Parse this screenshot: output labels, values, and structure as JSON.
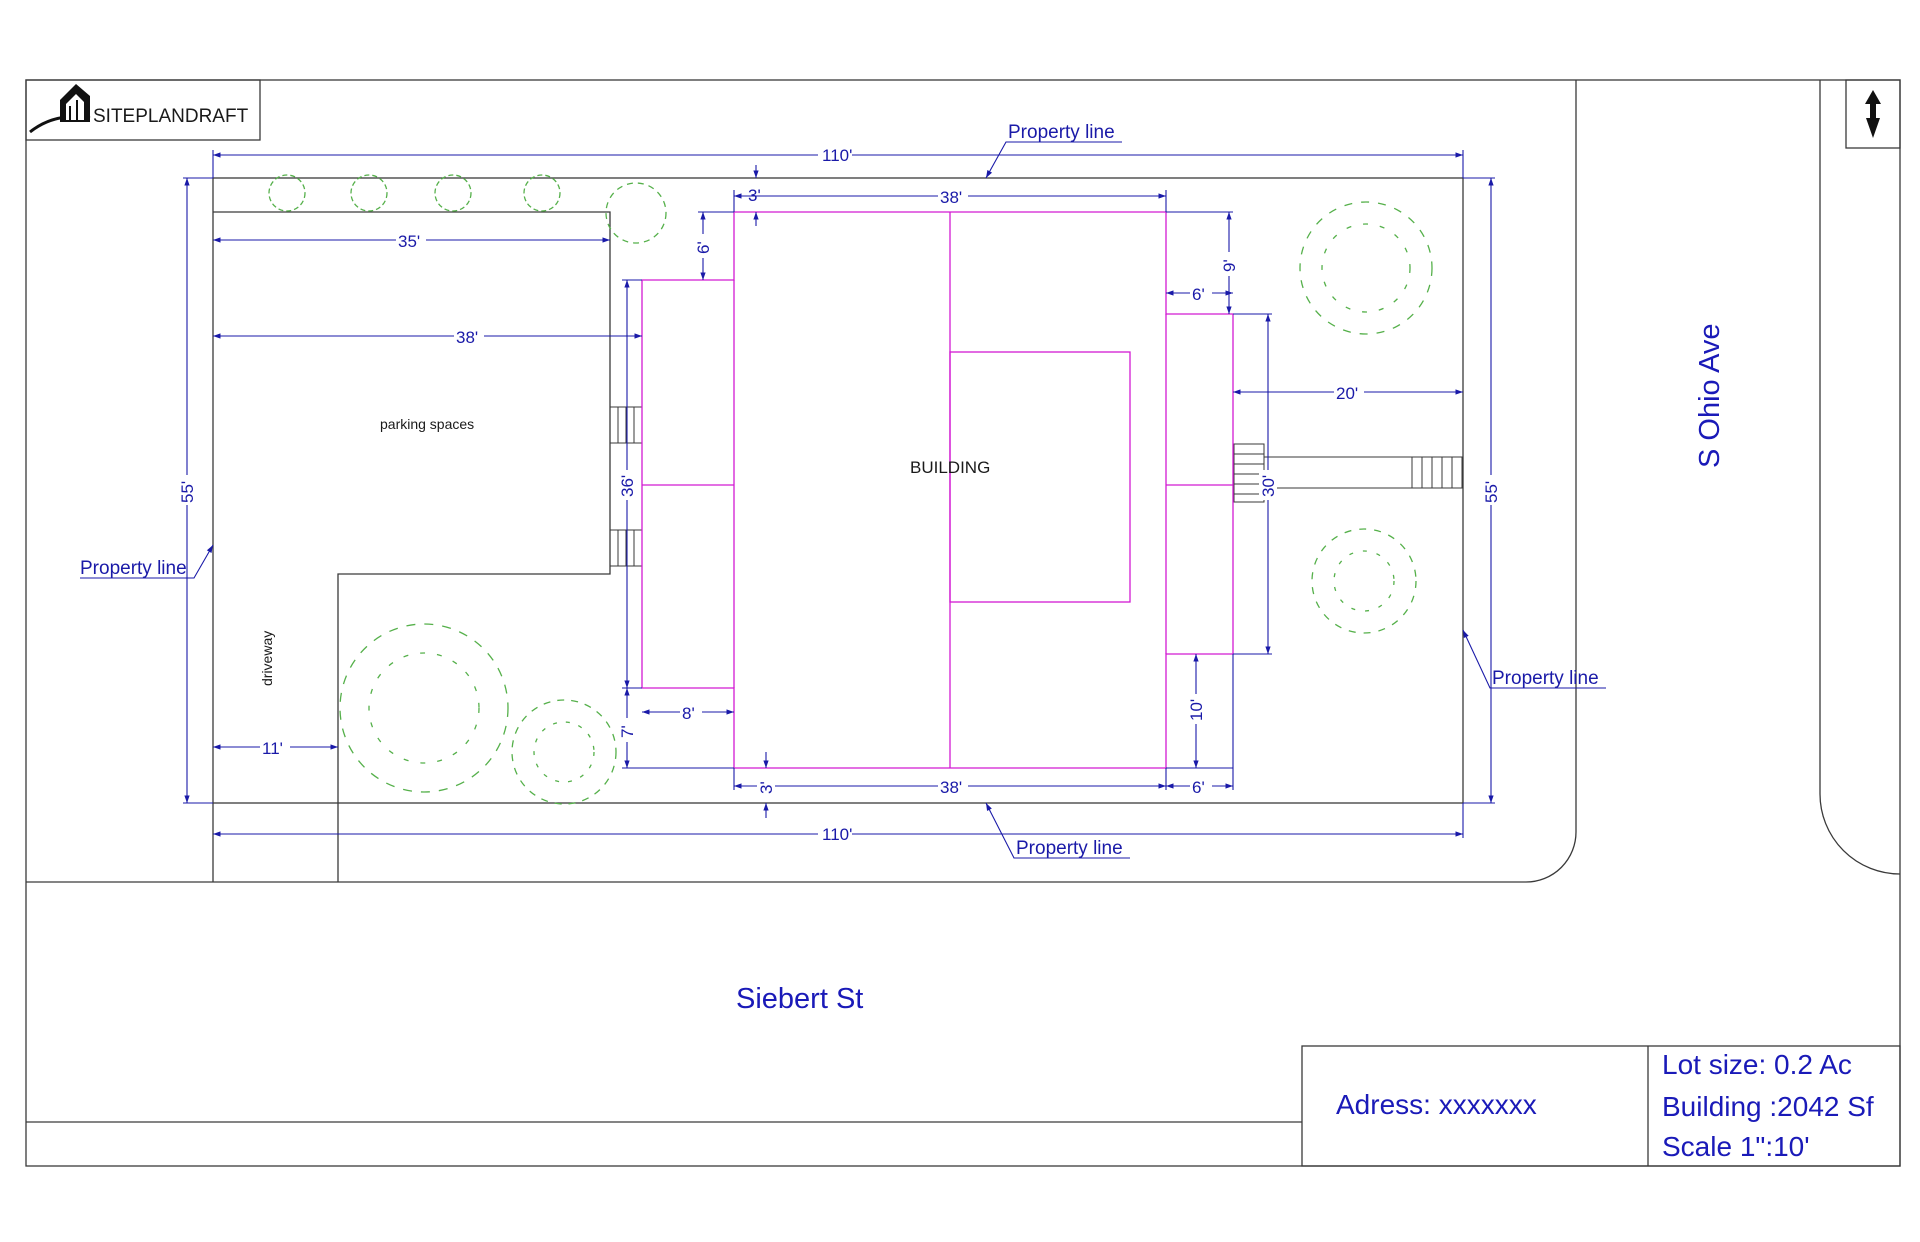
{
  "title_block": {
    "logo_text": "SITEPLANDRAFT"
  },
  "labels": {
    "building": "BUILDING",
    "parking": "parking spaces",
    "driveway": "driveway",
    "property_line_top": "Property line",
    "property_line_left": "Property line",
    "property_line_right": "Property line",
    "property_line_bottom": "Property line"
  },
  "streets": {
    "bottom": "Siebert St",
    "right": "S Ohio Ave"
  },
  "dimensions": {
    "top_overall": "110'",
    "bottom_overall": "110'",
    "left_overall": "55'",
    "right_overall": "55'",
    "setback_top": "3'",
    "setback_bottom": "3'",
    "building_width_top": "38'",
    "building_width_bottom": "38'",
    "parking_width": "35'",
    "lot_width_left": "38'",
    "driveway_width": "11'",
    "left_wing_height": "36'",
    "left_wing_notch_top": "6'",
    "left_wing_depth": "8'",
    "left_wing_notch_bottom": "7'",
    "right_wing_notch_top": "9'",
    "right_wing_depth_top": "6'",
    "right_wing_depth_bottom": "6'",
    "right_setback": "20'",
    "right_wing_height": "30'",
    "right_wing_notch_bottom": "10'"
  },
  "info": {
    "address": "Adress: xxxxxxx",
    "lot_size": "Lot size: 0.2 Ac",
    "building_area": "Building :2042 Sf",
    "scale": "Scale  1\":10'"
  },
  "colors": {
    "dimension": "#1a1aa8",
    "building": "#d21ad2",
    "vegetation": "#55b04a",
    "linework": "#3a3a3a"
  }
}
